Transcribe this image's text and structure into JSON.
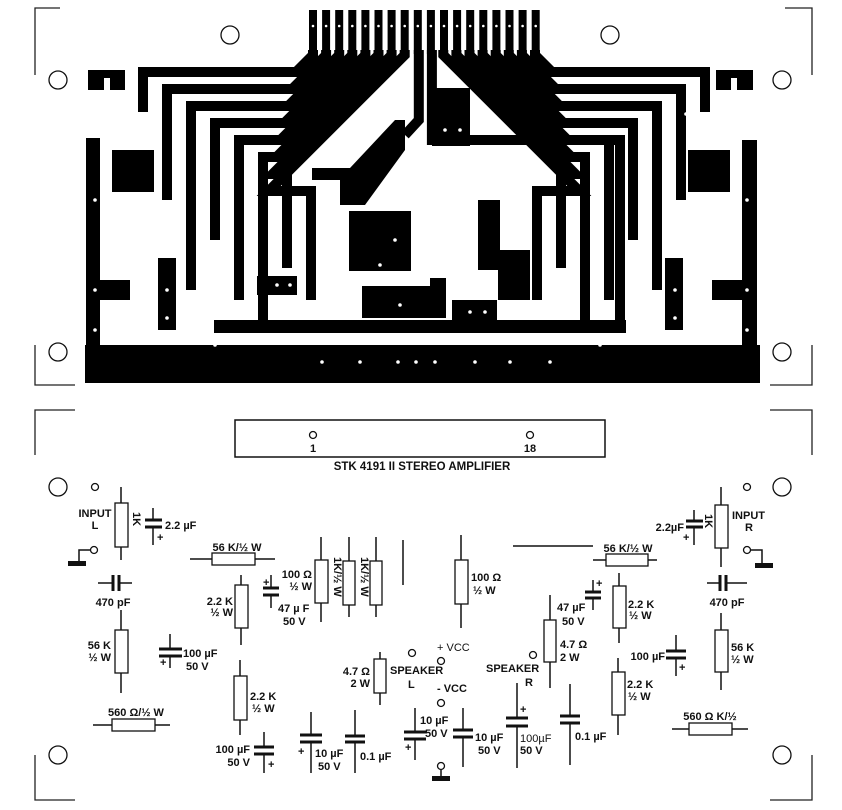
{
  "chip": {
    "title": "STK 4191 II  STEREO AMPLIFIER",
    "pin_first": "1",
    "pin_last": "18"
  },
  "left": {
    "input": "INPUT",
    "input_ch": "L",
    "r_input": "1K",
    "c_input": "2.2 µF",
    "c_470": "470 pF",
    "r56k_v": "56 K",
    "r56k_v_w": "½ W",
    "r560": "560 Ω/½ W",
    "c100a": "100 µF",
    "c100a_v": "50 V",
    "r56k_h": "56 K/½ W",
    "r22a": "2.2 K",
    "r22a_w": "½ W",
    "c47": "47 µ F",
    "c47_v": "50 V",
    "r100": "100 Ω",
    "r100_w": "½ W",
    "r1k_a": "1K/½ W",
    "r1k_b": "1K/½ W",
    "r22b": "2.2 K",
    "r22b_w": "½ W",
    "c100b": "100 µF",
    "c100b_v": "50 V",
    "c10": "10 µF",
    "c10_v": "50 V",
    "c01": "0.1 µF",
    "r47": "4.7 Ω",
    "r47_w": "2 W",
    "speaker": "SPEAKER",
    "speaker_ch": "L"
  },
  "center": {
    "vcc_pos": "+ VCC",
    "vcc_neg": "- VCC",
    "c10a": "10 µF",
    "c10a_v": "50 V",
    "c10b": "10 µF",
    "c10b_v": "50 V",
    "r100": "100 Ω",
    "r100_w": "½ W"
  },
  "right": {
    "input": "INPUT",
    "input_ch": "R",
    "r_input": "1K",
    "c_input": "2.2µF",
    "c_470": "470 pF",
    "r56k_v": "56 K",
    "r56k_v_w": "½ W",
    "r560": "560 Ω K/½",
    "c100a": "100 µF",
    "r56k_h": "56 K/½ W",
    "r22a": "2.2 K",
    "r22a_w": "½ W",
    "c47": "47 µF",
    "c47_v": "50 V",
    "r47": "4.7 Ω",
    "r47_w": "2 W",
    "r22b": "2.2 K",
    "r22b_w": "½ W",
    "c100b": "100µF",
    "c100b_v": "50 V",
    "c01": "0.1 µF",
    "speaker": "SPEAKER",
    "speaker_ch": "R"
  }
}
